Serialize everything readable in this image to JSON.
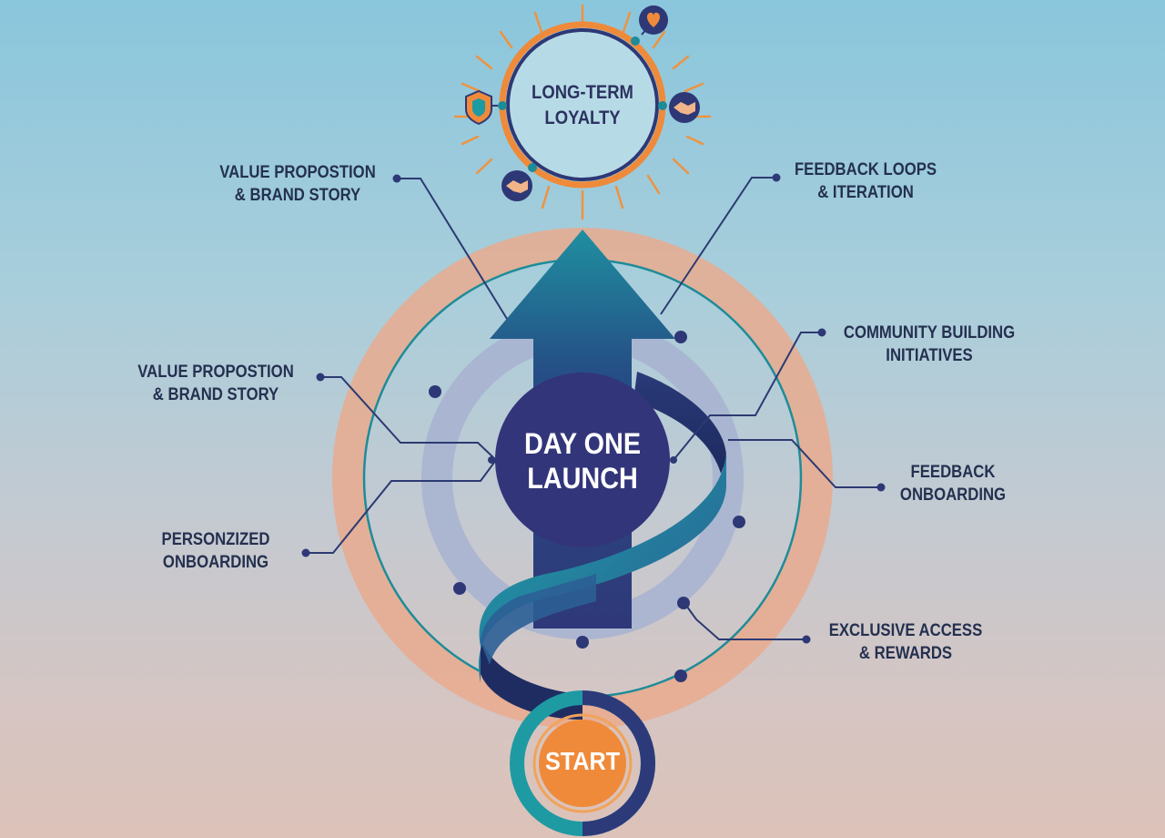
{
  "goal": {
    "line1": "LONG-TERM",
    "line2": "LOYALTY",
    "icons": [
      "heart-icon",
      "shield-icon",
      "handshake-icon",
      "handshake-icon"
    ]
  },
  "center": {
    "line1": "DAY ONE",
    "line2": "LAUNCH"
  },
  "start": {
    "label": "START"
  },
  "labels": {
    "top_left": {
      "line1": "VALUE PROPOSTION",
      "line2": "& BRAND STORY"
    },
    "mid_left": {
      "line1": "VALUE PROPOSTION",
      "line2": "& BRAND STORY"
    },
    "bottom_left": {
      "line1": "PERSONZIZED",
      "line2": "ONBOARDING"
    },
    "top_right": {
      "line1": "FEEDBACK LOOPS",
      "line2": "& ITERATION"
    },
    "community": {
      "line1": "COMMUNITY BUILDING",
      "line2": "INITIATIVES"
    },
    "feedback": {
      "line1": "FEEDBACK",
      "line2": "ONBOARDING"
    },
    "exclusive": {
      "line1": "EXCLUSIVE ACCESS",
      "line2": "& REWARDS"
    }
  },
  "colors": {
    "navy": "#2e3876",
    "teal": "#1e9aa3",
    "orange": "#ef8a3a",
    "salmon": "#e9aa8e",
    "line": "#2c3a72"
  }
}
